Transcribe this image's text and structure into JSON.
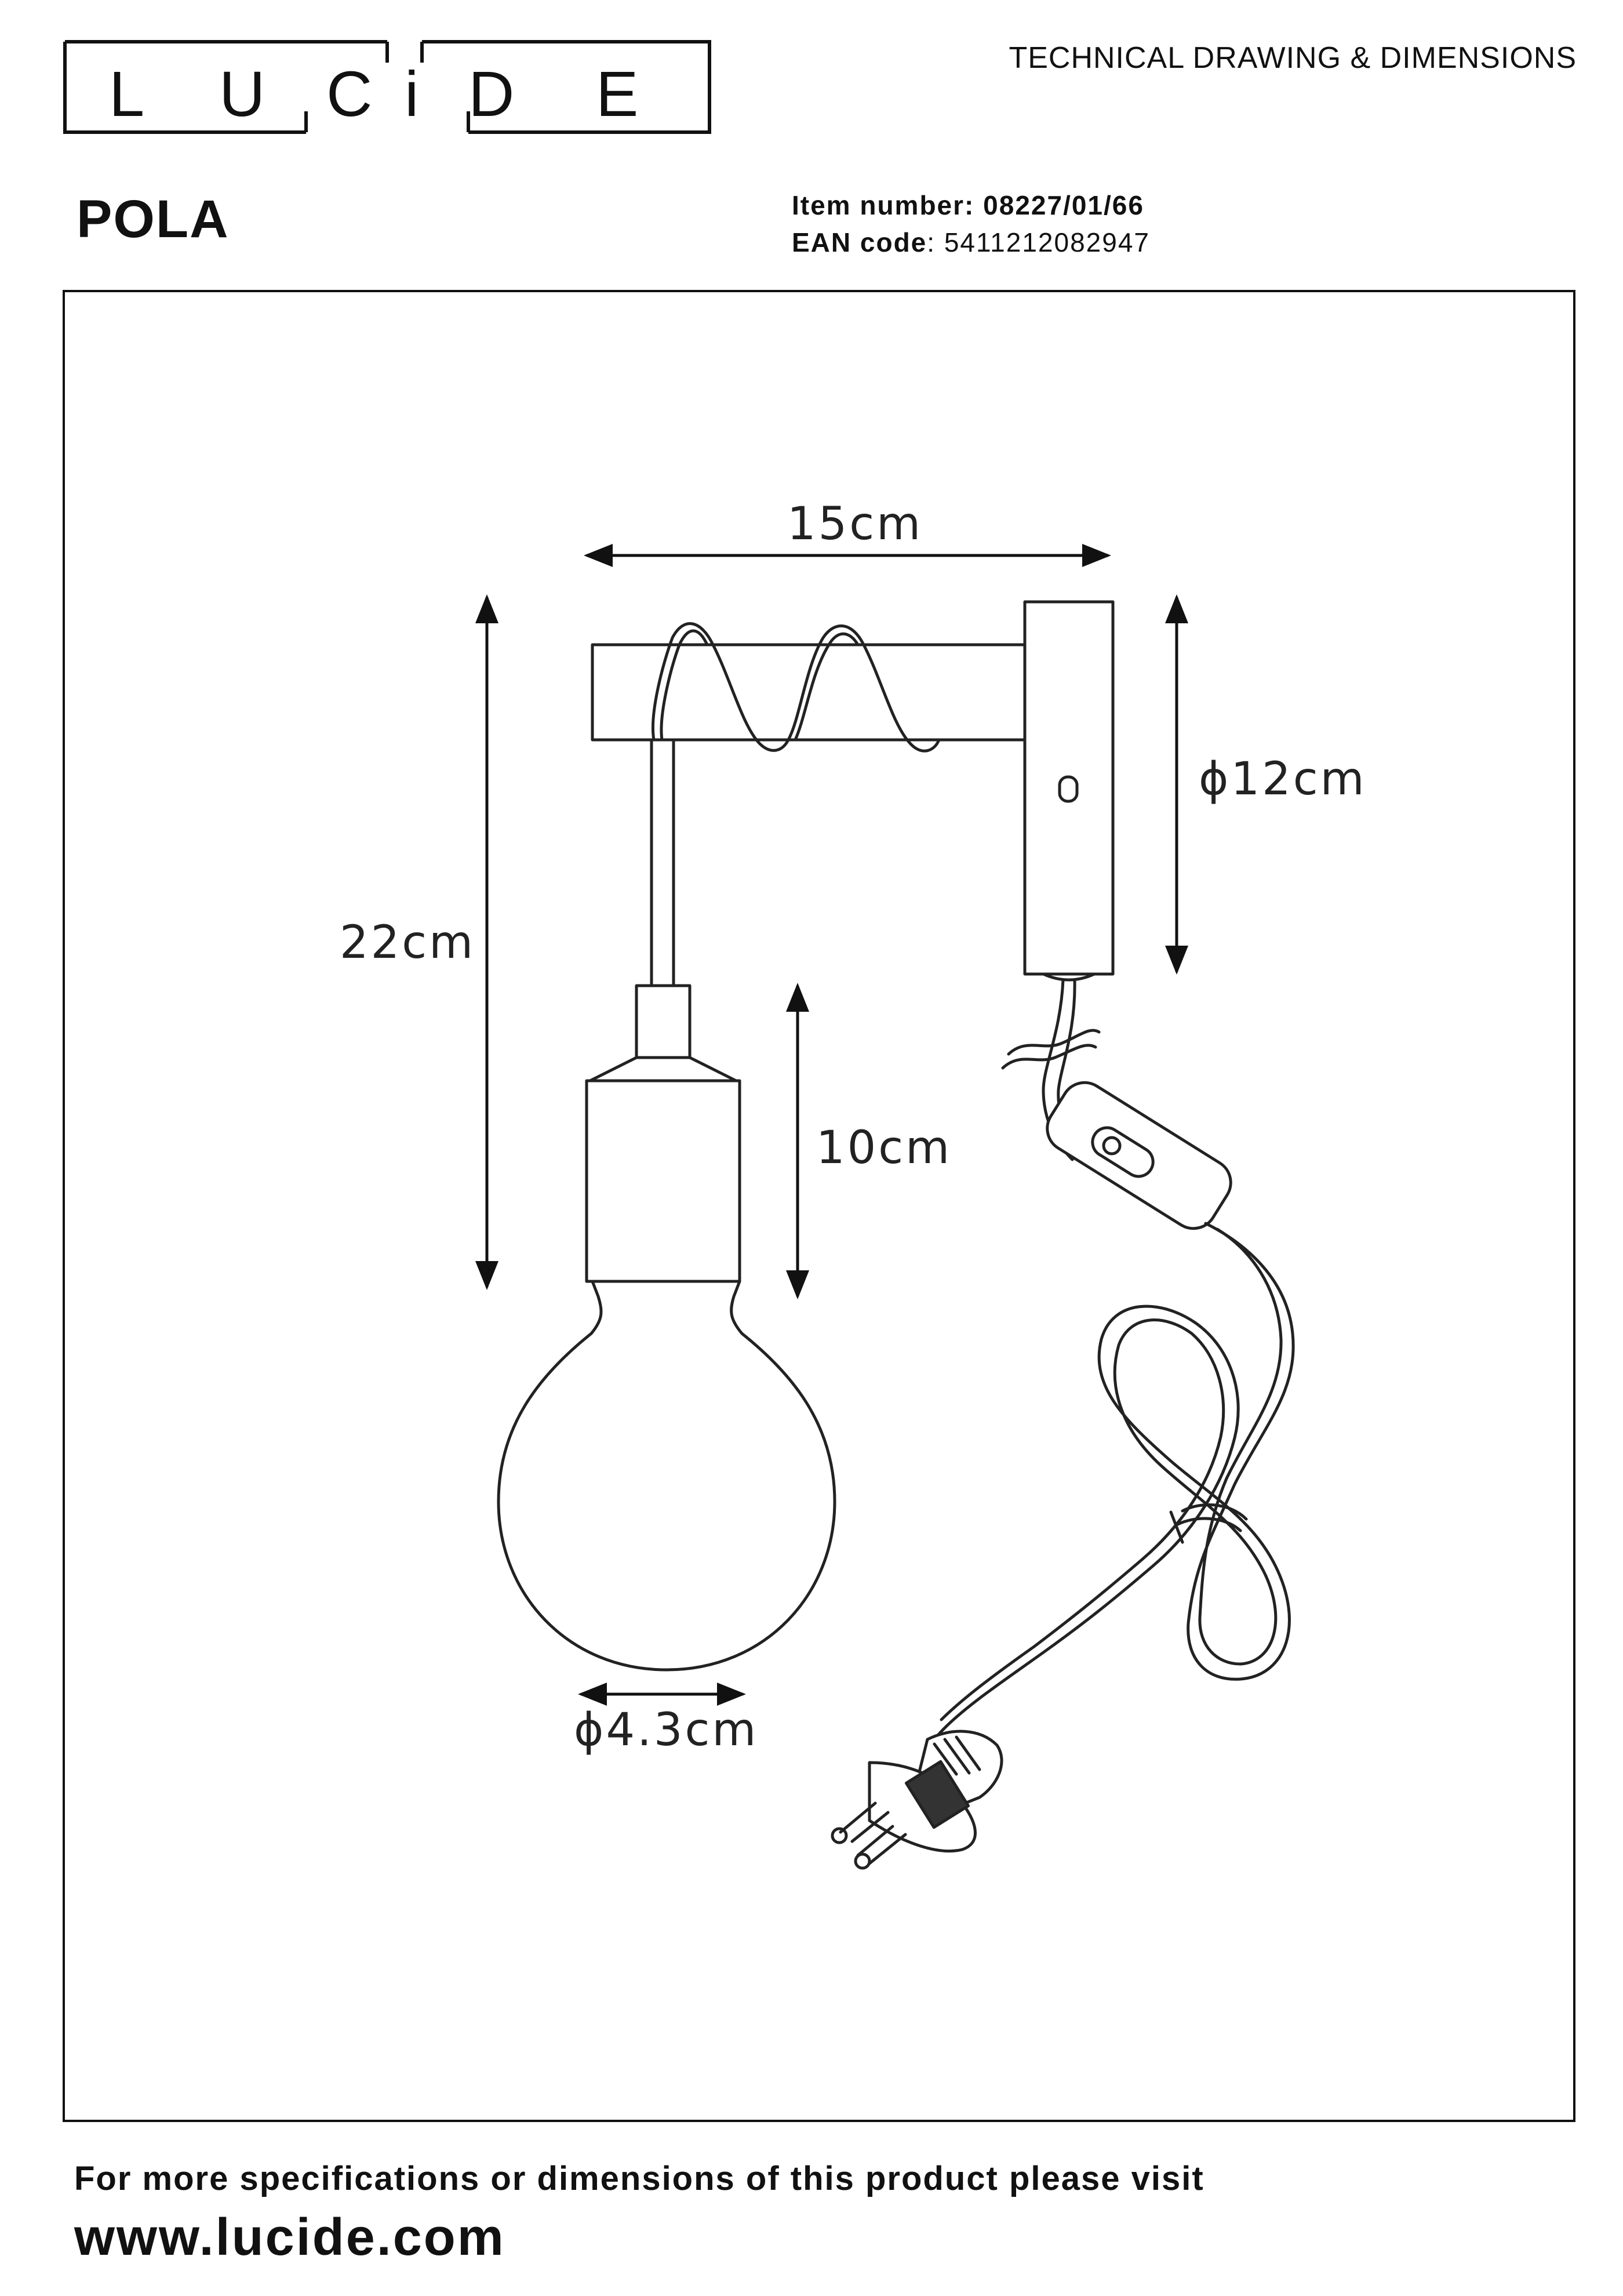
{
  "header": {
    "brand": "LUCIDE",
    "brand_letters": [
      "L",
      "U",
      "C",
      "i",
      "D",
      "E"
    ],
    "doc_type": "TECHNICAL DRAWING & DIMENSIONS",
    "product_name": "POLA",
    "item_number_label": "Item number",
    "item_number_value": "08227/01/66",
    "ean_label": "EAN code",
    "ean_value": "5411212082947"
  },
  "dimensions": {
    "width": "15cm",
    "height": "22cm",
    "base_diameter": "ϕ12cm",
    "socket_height": "10cm",
    "socket_diameter": "ϕ4.3cm"
  },
  "footer": {
    "text": "For more specifications or dimensions of this product please visit",
    "url": "www.lucide.com"
  }
}
